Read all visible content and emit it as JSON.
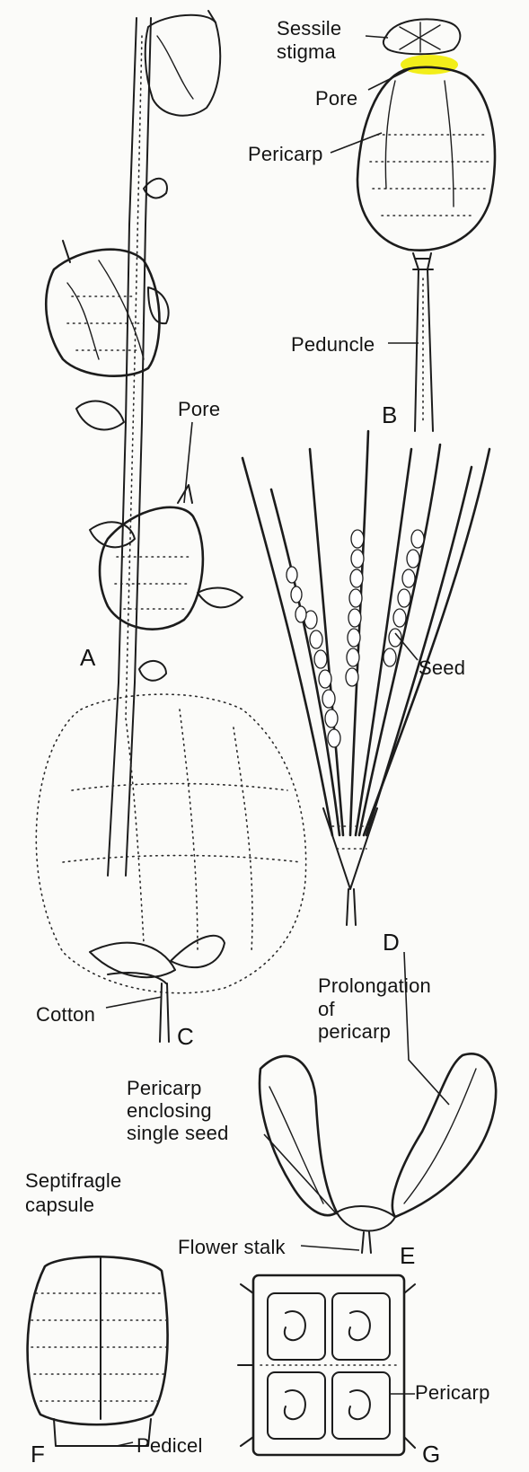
{
  "labels": {
    "sessile_stigma_1": "Sessile",
    "sessile_stigma_2": "stigma",
    "pore_b": "Pore",
    "pericarp_b": "Pericarp",
    "peduncle": "Peduncle",
    "pore_a": "Pore",
    "seed": "Seed",
    "cotton": "Cotton",
    "prolongation_1": "Prolongation",
    "prolongation_2": "of",
    "prolongation_3": "pericarp",
    "pericarp_encl_1": "Pericarp",
    "pericarp_encl_2": "enclosing",
    "pericarp_encl_3": "single seed",
    "septifragle_1": "Septifragle",
    "septifragle_2": "capsule",
    "flower_stalk": "Flower stalk",
    "pericarp_g": "Pericarp",
    "pedicel": "Pedicel"
  },
  "captions": {
    "a": "A",
    "b": "B",
    "c": "C",
    "d": "D",
    "e": "E",
    "f": "F",
    "g": "G"
  },
  "colors": {
    "ink": "#1c1c1c",
    "highlight": "#f2ee1a",
    "paper": "#fbfbf9"
  }
}
